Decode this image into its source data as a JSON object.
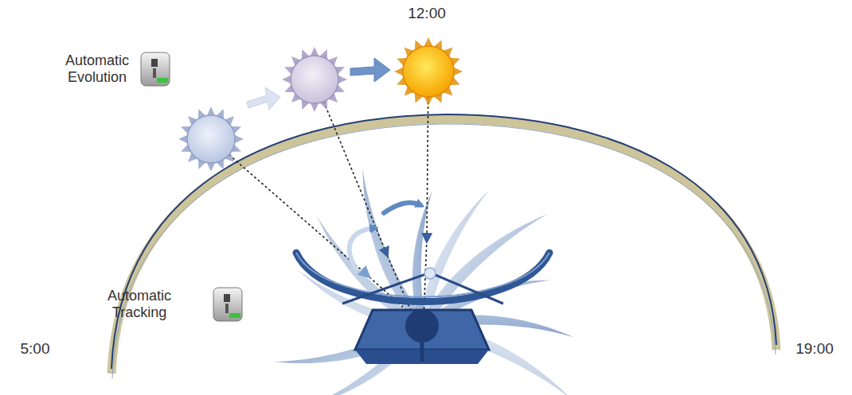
{
  "diagram": {
    "labels": [
      "12:00",
      "Automatic Evolution",
      "Automatic Tracking",
      "5:00",
      "19:00"
    ]
  }
}
